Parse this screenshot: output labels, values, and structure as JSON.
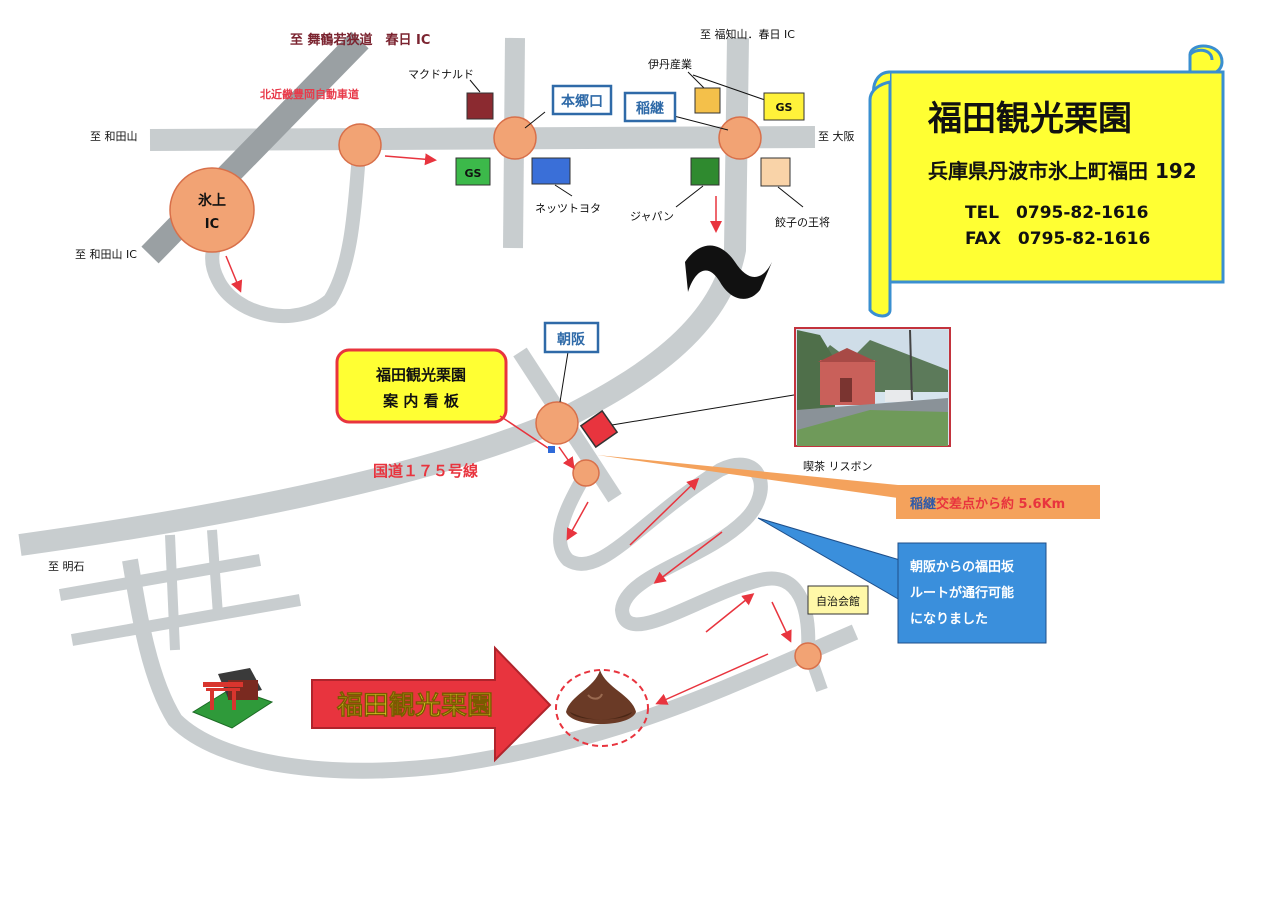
{
  "directions": {
    "maizuru": "至 舞鶴若狭道　春日 IC",
    "fukuchiyama": "至 福知山．春日 IC",
    "wadayama": "至 和田山",
    "wadayama_ic": "至 和田山 IC",
    "osaka": "至 大阪",
    "akashi": "至 明石"
  },
  "expressway": "北近畿豊岡自動車道",
  "interchange": {
    "line1": "氷上",
    "line2": "IC"
  },
  "intersections": {
    "hongouguchi": "本郷口",
    "inatsugi": "稲継",
    "asahi": "朝阪"
  },
  "landmarks": {
    "mcdonalds": "マクドナルド",
    "gs": "GS",
    "netz_toyota": "ネッツトヨタ",
    "itami": "伊丹産業",
    "japan": "ジャパン",
    "gyoza": "餃子の王将",
    "cafe": "喫茶 リスボン",
    "community_hall": "自治会館"
  },
  "route": "国道１７５号線",
  "signboard": {
    "line1": "福田観光栗園",
    "line2": "案 内 看 板"
  },
  "distance_note": {
    "place": "稲継",
    "text": "交差点から約 5.6Km"
  },
  "callout_note": {
    "line1": "朝阪からの福田坂",
    "line2": "ルートが通行可能",
    "line3": "になりました"
  },
  "destination": "福田観光栗園",
  "info": {
    "name": "福田観光栗園",
    "address": "兵庫県丹波市氷上町福田 192",
    "tel": "TEL　0795-82-1616",
    "fax": "FAX　0795-82-1616"
  },
  "colors": {
    "road": "#c8cdcf",
    "node": "#f2a374",
    "scroll": "#ffff33",
    "scroll_border": "#3a8fd0",
    "red": "#e8343e",
    "blue_callout": "#3a8fdc",
    "orange_callout": "#f4a25c"
  }
}
